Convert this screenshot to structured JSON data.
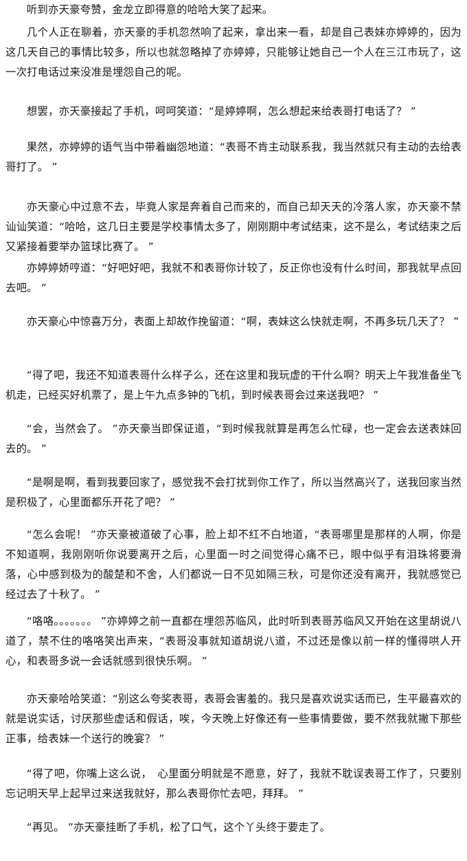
{
  "paragraphs": [
    "听到亦天豪夸赞，金龙立即得意的哈哈大笑了起来。",
    "几个人正在聊着，亦天豪的手机忽然响了起来，拿出来一看，却是自己表妹亦婷婷的，因为这几天自己的事情比较多，所以也就忽略掉了亦婷婷，只能够让她自己一个人在三江市玩了，这一次打电话过来没准是埋怨自己的呢。",
    "想罢，亦天豪接起了手机，呵呵笑道：“是婷婷啊，怎么想起来给表哥打电话了？ ”",
    "果然，亦婷婷的语气当中带着幽怨地道：“表哥不肯主动联系我，我当然就只有主动的去给表哥打了。 ”",
    "亦天豪心中过意不去，毕竟人家是奔着自己而来的，而自己却天天的冷落人家，亦天豪不禁讪讪笑道：“哈哈，这几日主要是学校事情太多了，刚刚期中考试结束，这不是么，考试结束之后又紧接着要举办篮球比赛了。 ”",
    "亦婷婷娇哼道：“好吧好吧，我就不和表哥你计较了，反正你也没有什么时间，那我就早点回去吧。 ”",
    "亦天豪心中惊喜万分，表面上却故作挽留道：“啊，表妹这么快就走啊，不再多玩几天了？ ”",
    "“得了吧，我还不知道表哥什么样子么，还在这里和我玩虚的干什么啊？明天上午我准备坐飞机走，已经买好机票了，是上午九点多钟的飞机，到时候表哥会过来送我吧？ ”",
    "“会，当然会了。 ”亦天豪当即保证道，“到时候我就算是再怎么忙碌，也一定会去送表妹回去的。 ”",
    "“是啊是啊，看到我要回家了，感觉我不会打扰到你工作了，所以当然高兴了，送我回家当然是积极了，心里面都乐开花了吧？ ”",
    "“怎么会呢！ ”亦天豪被道破了心事，脸上却不红不白地道，“表哥哪里是那样的人啊，你是不知道啊，我刚刚听你说要离开之后，心里面一时之间觉得心痛不已，眼中似乎有泪珠将要滑落，心中感到极为的酸楚和不舍，人们都说一日不见如隔三秋，可是你还没有离开，我就感觉已经过去了十秋了。 ”",
    "“咯咯。。。。。。。 ”亦婷婷之前一直都在埋怨苏临风，此时听到表哥苏临风又开始在这里胡说八道了，禁不住的咯咯笑出声来，“表哥没事就知道胡说八道，不过还是像以前一样的懂得哄人开心，和表哥多说一会话就感到很快乐啊。 ”",
    "亦天豪哈哈笑道：“别这么夸奖表哥，表哥会害羞的。我只是喜欢说实话而已，生平最喜欢的就是说实话，讨厌那些虚话和假话，唉，今天晚上好像还有一些事情要做，要不然我就撇下那些正事，给表妹一个送行的晚宴？ ”",
    "“得了吧，你嘴上这么说，　心里面分明就是不愿意，好了，我就不耽误表哥工作了，只要别忘记明天早上起早过来送我就好，那么表哥你忙去吧，拜拜。 ”",
    "“再见。 ”亦天豪挂断了手机，松了口气，这个丫头终于要走了。"
  ]
}
